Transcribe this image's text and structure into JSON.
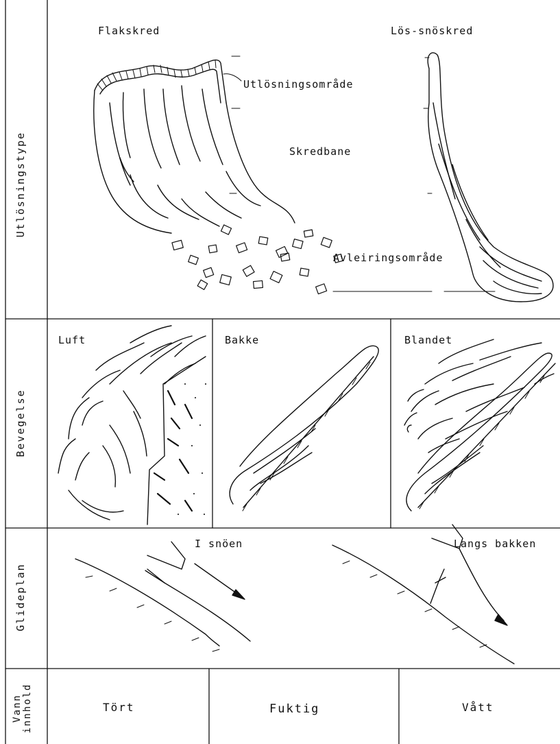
{
  "rows": {
    "release_type": {
      "side_label": "Utlösningstype",
      "slab": "Flakskred",
      "loose": "Lös-snöskred",
      "release_area": "Utlösningsområde",
      "track": "Skredbane",
      "deposit_area": "Avleiringsområde"
    },
    "movement": {
      "side_label": "Bevegelse",
      "air": "Luft",
      "ground": "Bakke",
      "mixed": "Blandet"
    },
    "glide_plane": {
      "side_label": "Glideplan",
      "in_snow": "I snöen",
      "along_ground": "Langs bakken"
    },
    "water_content": {
      "side_label_1": "Vann",
      "side_label_2": "innhold",
      "dry": "Tört",
      "moist": "Fuktig",
      "wet": "Vått"
    }
  }
}
